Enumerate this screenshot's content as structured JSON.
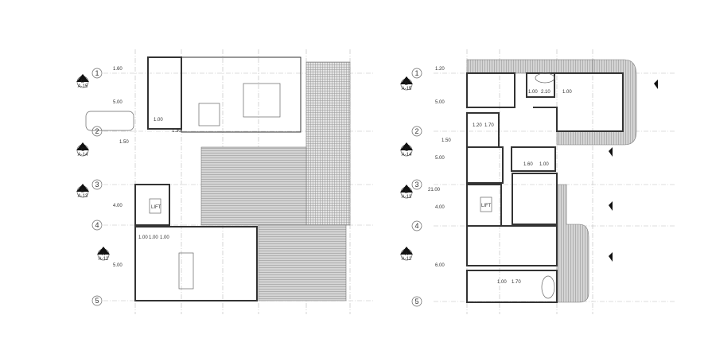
{
  "grid_labels": [
    "1",
    "2",
    "3",
    "4",
    "5"
  ],
  "left_plan": {
    "sections": [
      {
        "letter": "D",
        "sheet": "A-15"
      },
      {
        "letter": "C",
        "sheet": "A-14"
      },
      {
        "letter": "B",
        "sheet": "A-13"
      },
      {
        "letter": "A",
        "sheet": "A-12"
      }
    ],
    "lift_label": "LIFT",
    "dims": [
      "1.60",
      "5.00",
      "1.00",
      "1.30",
      "1.50",
      "4.00",
      "1.00",
      "1.00",
      "1.00",
      "5.00"
    ]
  },
  "right_plan": {
    "sections": [
      {
        "letter": "D",
        "sheet": "A-15"
      },
      {
        "letter": "C",
        "sheet": "A-14"
      },
      {
        "letter": "B",
        "sheet": "A-13"
      },
      {
        "letter": "A",
        "sheet": "A-12"
      }
    ],
    "lift_label": "LIFT",
    "overall_dim": "21.00",
    "dims": [
      "1.20",
      "5.00",
      "1.20",
      "1.70",
      "1.00",
      "2.10",
      "1.00",
      "1.50",
      "5.00",
      "1.60",
      "1.00",
      "4.00",
      "1.00",
      "1.70",
      "6.00"
    ]
  },
  "colors": {
    "hatch": "#c8c8c8",
    "wall": "#333333"
  }
}
